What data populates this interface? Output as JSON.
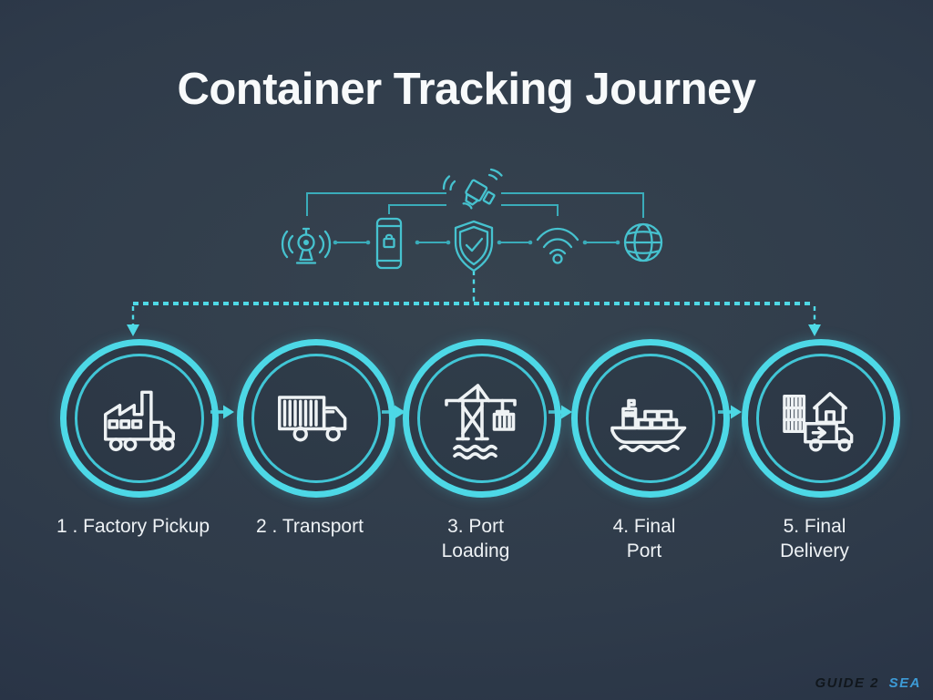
{
  "title": "Container Tracking Journey",
  "colors": {
    "background": "#2f3b4a",
    "accent_cyan": "#4dd8e6",
    "network_teal": "#46c2cf",
    "icon_white": "#eef2f4",
    "logo_dark": "#11171d",
    "logo_blue": "#3d9bd6"
  },
  "tracking_network": {
    "icons": [
      "satellite-icon",
      "radio-tower-icon",
      "smartphone-icon",
      "shield-check-icon",
      "wifi-icon",
      "globe-icon"
    ]
  },
  "steps": [
    {
      "icon": "factory-truck-icon",
      "label_line1": "1 . Factory Pickup",
      "label_line2": ""
    },
    {
      "icon": "container-truck-icon",
      "label_line1": "2 . Transport",
      "label_line2": ""
    },
    {
      "icon": "port-crane-icon",
      "label_line1": "3. Port",
      "label_line2": "Loading"
    },
    {
      "icon": "cargo-ship-icon",
      "label_line1": "4. Final",
      "label_line2": "Port"
    },
    {
      "icon": "delivery-truck-house-icon",
      "label_line1": "5. Final",
      "label_line2": "Delivery"
    }
  ],
  "logo": {
    "part1": "GUIDE 2",
    "part2": "SEA"
  }
}
